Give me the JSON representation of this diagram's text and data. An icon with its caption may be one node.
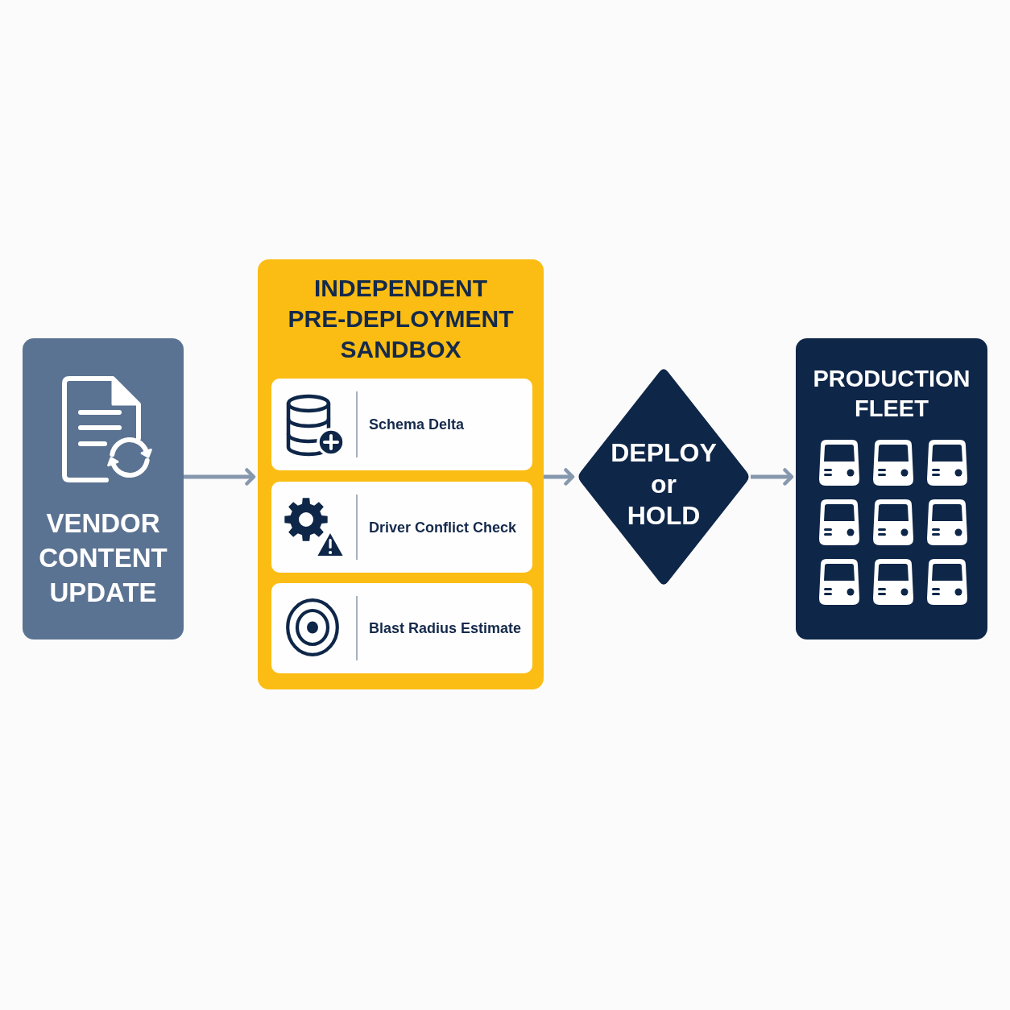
{
  "diagram": {
    "nodes": [
      {
        "text": [
          "VENDOR CONTENT UPDATE"
        ]
      },
      {
        "text": [
          "INDEPENDENT PRE-DEPLOYMENT SANDBOX"
        ]
      },
      {
        "text": [
          "Schema Delta"
        ],
        "in": 1
      },
      {
        "text": [
          "Driver Conflict Check"
        ],
        "in": 1
      },
      {
        "text": [
          "Blast Radius Estimate"
        ],
        "in": 1
      },
      {
        "text": [
          "DEPLOY or HOLD"
        ]
      },
      {
        "text": [
          "PRODUCTION FLEET"
        ]
      }
    ],
    "edges": [
      {
        "from": 0,
        "to": 1,
        "arrow": "to"
      },
      {
        "from": 1,
        "to": 5,
        "arrow": "to"
      },
      {
        "from": 5,
        "to": 6,
        "arrow": "to"
      }
    ]
  }
}
